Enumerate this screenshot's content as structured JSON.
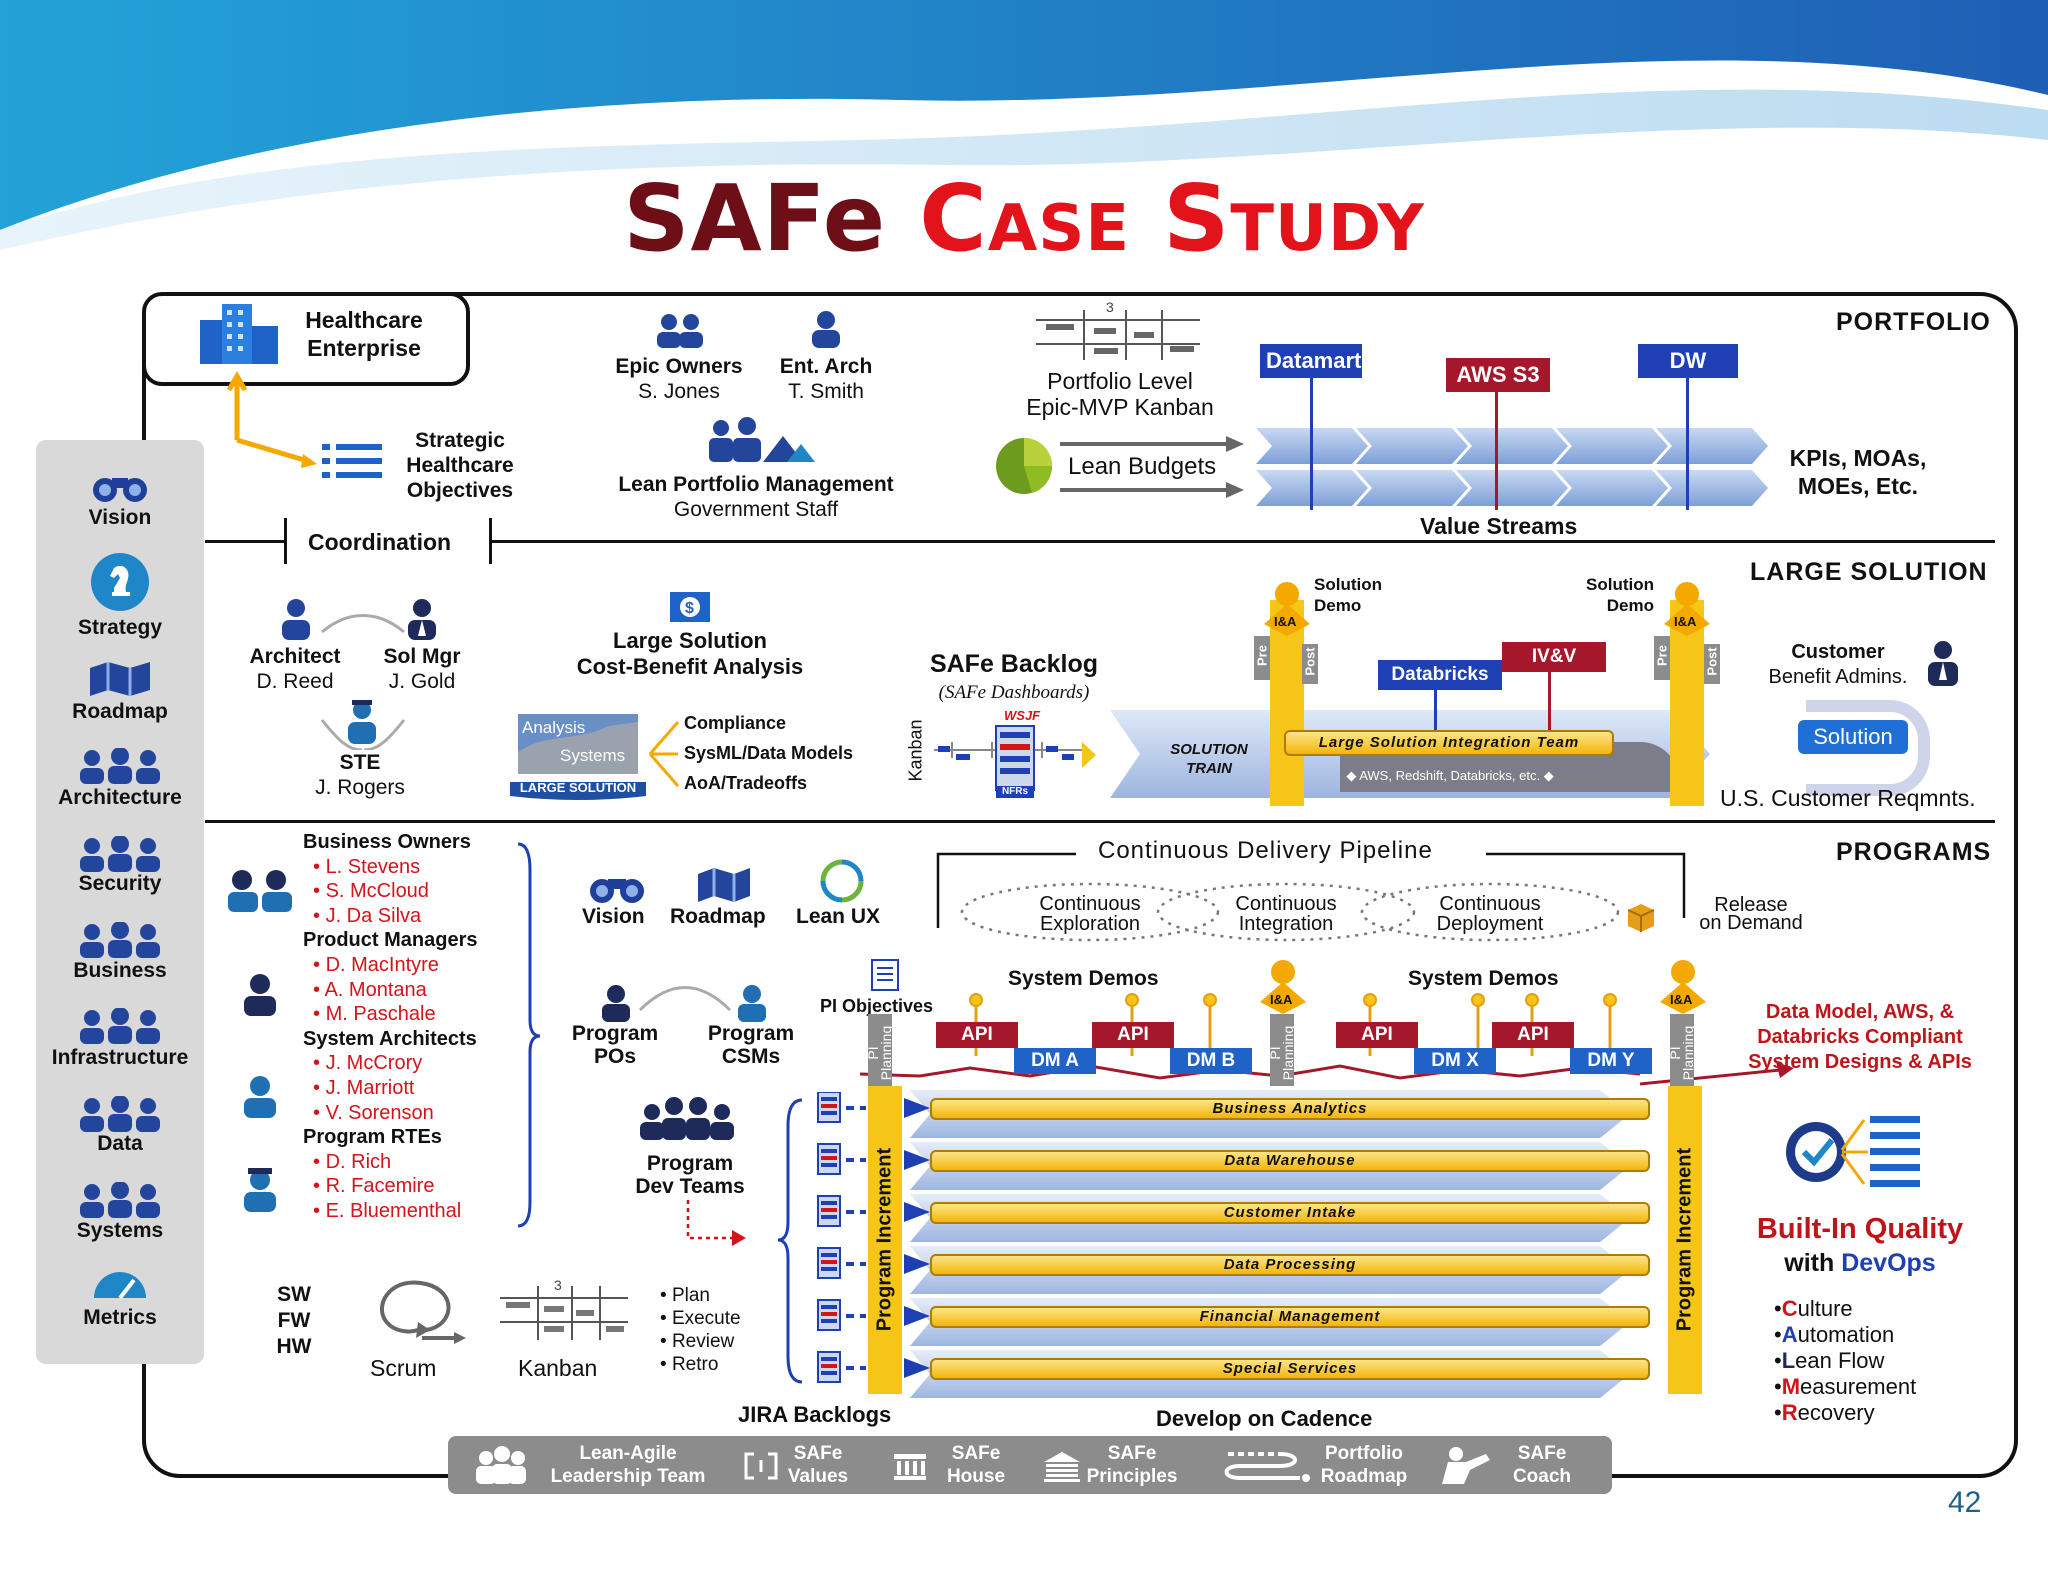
{
  "title": {
    "part1": "SAFe ",
    "part2": "Case Study"
  },
  "page_number": "42",
  "healthcare": {
    "line1": "Healthcare",
    "line2": "Enterprise"
  },
  "strategic": {
    "line1": "Strategic",
    "line2": "Healthcare",
    "line3": "Objectives"
  },
  "coordination": "Coordination",
  "sidebar": [
    "Vision",
    "Strategy",
    "Roadmap",
    "Architecture",
    "Security",
    "Business",
    "Infrastructure",
    "Data",
    "Systems",
    "Metrics"
  ],
  "portfolio": {
    "heading": "PORTFOLIO",
    "epic_owners": {
      "role": "Epic Owners",
      "name": "S. Jones"
    },
    "ent_arch": {
      "role": "Ent. Arch",
      "name": "T. Smith"
    },
    "lpm": {
      "role": "Lean Portfolio Management",
      "name": "Government Staff"
    },
    "kanban": {
      "line1": "Portfolio Level",
      "line2": "Epic-MVP Kanban",
      "count": "3"
    },
    "lean_budgets": "Lean Budgets",
    "value_tags": [
      {
        "label": "Datamart",
        "color": "#1f3fb4"
      },
      {
        "label": "AWS S3",
        "color": "#a5172b"
      },
      {
        "label": "DW",
        "color": "#1f3fb4"
      }
    ],
    "value_streams": "Value Streams",
    "kpis": {
      "line1": "KPIs, MOAs,",
      "line2": "MOEs, Etc."
    }
  },
  "large_solution": {
    "heading": "LARGE SOLUTION",
    "architect": {
      "role": "Architect",
      "name": "D. Reed"
    },
    "sol_mgr": {
      "role": "Sol Mgr",
      "name": "J. Gold"
    },
    "ste": {
      "role": "STE",
      "name": "J. Rogers"
    },
    "cba": {
      "line1": "Large Solution",
      "line2": "Cost-Benefit Analysis"
    },
    "analysis": {
      "a": "Analysis",
      "b": "Systems",
      "c": "LARGE SOLUTION"
    },
    "outputs": [
      "Compliance",
      "SysML/Data Models",
      "AoA/Tradeoffs"
    ],
    "backlog": {
      "title": "SAFe Backlog",
      "sub": "(SAFe Dashboards)",
      "kanban": "Kanban",
      "wsjf": "WSJF",
      "nfrs": "NFRs"
    },
    "solution_demo": {
      "line1": "Solution",
      "line2": "Demo"
    },
    "ia": "I&A",
    "pre": "Pre",
    "post": "Post",
    "databricks": "Databricks",
    "ivv": "IV&V",
    "train": {
      "line1": "SOLUTION",
      "line2": "TRAIN"
    },
    "lsit": "Large Solution Integration Team",
    "lsit_sub": "AWS, Redshift, Databricks, etc.",
    "customer": {
      "line1": "Customer",
      "line2": "Benefit Admins."
    },
    "solution": "Solution",
    "reqmnts": "U.S. Customer Reqmnts."
  },
  "programs": {
    "heading": "PROGRAMS",
    "groups": [
      {
        "title": "Business Owners",
        "names": [
          "L. Stevens",
          "S. McCloud",
          "J. Da Silva"
        ]
      },
      {
        "title": "Product Managers",
        "names": [
          "D. MacIntyre",
          "A. Montana",
          "M. Paschale"
        ]
      },
      {
        "title": "System Architects",
        "names": [
          "J. McCrory",
          "J. Marriott",
          "V. Sorenson"
        ]
      },
      {
        "title": "Program RTEs",
        "names": [
          "D. Rich",
          "R. Facemire",
          "E. Bluementhal"
        ]
      }
    ],
    "vision": "Vision",
    "roadmap": "Roadmap",
    "lean_ux": "Lean UX",
    "pi_objectives": "PI Objectives",
    "program_pos": {
      "line1": "Program",
      "line2": "POs"
    },
    "program_csms": {
      "line1": "Program",
      "line2": "CSMs"
    },
    "dev_teams": {
      "line1": "Program",
      "line2": "Dev Teams"
    },
    "cdp": "Continuous Delivery Pipeline",
    "cdp_steps": [
      {
        "line1": "Continuous",
        "line2": "Exploration"
      },
      {
        "line1": "Continuous",
        "line2": "Integration"
      },
      {
        "line1": "Continuous",
        "line2": "Deployment"
      }
    ],
    "release": {
      "line1": "Release",
      "line2": "on Demand"
    },
    "system_demos": "System Demos",
    "pi_planning": {
      "line1": "PI",
      "line2": "Planning"
    },
    "program_increment": "Program Increment",
    "api": "API",
    "dm_tags": [
      "DM A",
      "DM B",
      "DM X",
      "DM Y"
    ],
    "teams": [
      "Business Analytics",
      "Data Warehouse",
      "Customer Intake",
      "Data Processing",
      "Financial Management",
      "Special Services"
    ],
    "jira": "JIRA Backlogs",
    "cadence": "Develop on Cadence",
    "swfwhw": [
      "SW",
      "FW",
      "HW"
    ],
    "scrum": "Scrum",
    "kanban": "Kanban",
    "kanban_count": "3",
    "cycle": [
      "Plan",
      "Execute",
      "Review",
      "Retro"
    ],
    "data_model": {
      "line1": "Data Model, AWS, &",
      "line2": "Databricks Compliant",
      "line3": "System Designs & APIs"
    },
    "bq": {
      "line1": "Built-In Quality",
      "with": "with ",
      "devops": "DevOps"
    },
    "calmr": [
      {
        "l": "C",
        "r": "ulture"
      },
      {
        "l": "A",
        "r": "utomation"
      },
      {
        "l": "L",
        "r": "ean Flow"
      },
      {
        "l": "M",
        "r": "easurement"
      },
      {
        "l": "R",
        "r": "ecovery"
      }
    ]
  },
  "toolbar": [
    {
      "line1": "Lean-Agile",
      "line2": "Leadership Team",
      "icon": "leadership-icon"
    },
    {
      "line1": "SAFe",
      "line2": "Values",
      "icon": "values-icon"
    },
    {
      "line1": "SAFe",
      "line2": "House",
      "icon": "house-icon"
    },
    {
      "line1": "SAFe",
      "line2": "Principles",
      "icon": "principles-icon"
    },
    {
      "line1": "Portfolio",
      "line2": "Roadmap",
      "icon": "roadmap-icon"
    },
    {
      "line1": "SAFe",
      "line2": "Coach",
      "icon": "coach-icon"
    }
  ]
}
